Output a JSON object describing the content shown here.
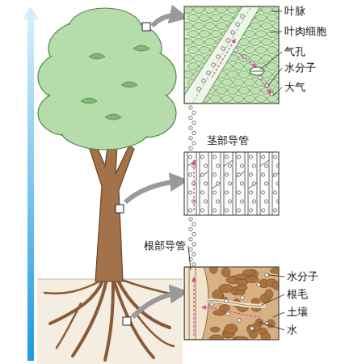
{
  "diagram": {
    "labels": [
      "叶脉",
      "叶肉细胞",
      "气孔",
      "水分子",
      "大气",
      "茎部导管",
      "根部导管",
      "水分子",
      "根毛",
      "土壤",
      "水"
    ]
  }
}
